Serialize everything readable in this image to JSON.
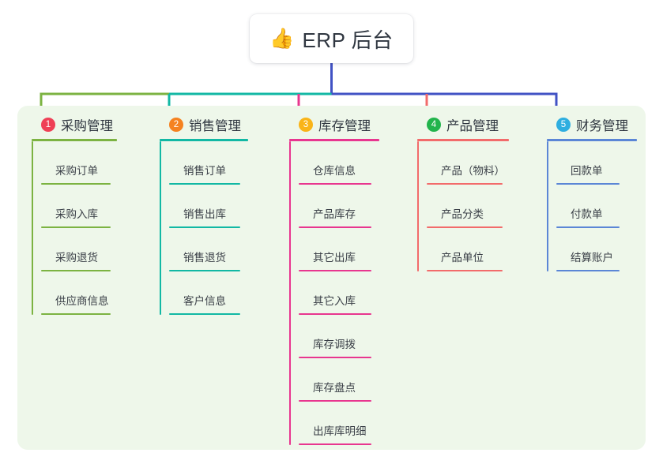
{
  "root": {
    "icon": "thumbs-up-icon",
    "icon_glyph": "👍",
    "title": "ERP 后台"
  },
  "panel": {
    "background": "#eef7ea"
  },
  "columns": [
    {
      "number": "1",
      "title": "采购管理",
      "badge_color": "#ef4056",
      "line_color": "#7cb342",
      "drop_color": "#7cb342",
      "items": [
        {
          "label": "采购订单"
        },
        {
          "label": "采购入库"
        },
        {
          "label": "采购退货"
        },
        {
          "label": "供应商信息"
        }
      ]
    },
    {
      "number": "2",
      "title": "销售管理",
      "badge_color": "#f58220",
      "line_color": "#12b8a4",
      "drop_color": "#12b8a4",
      "items": [
        {
          "label": "销售订单"
        },
        {
          "label": "销售出库"
        },
        {
          "label": "销售退货"
        },
        {
          "label": "客户信息"
        }
      ]
    },
    {
      "number": "3",
      "title": "库存管理",
      "badge_color": "#f9b418",
      "line_color": "#e8368f",
      "drop_color": "#e8368f",
      "items": [
        {
          "label": "仓库信息"
        },
        {
          "label": "产品库存"
        },
        {
          "label": "其它出库"
        },
        {
          "label": "其它入库"
        },
        {
          "label": "库存调拨"
        },
        {
          "label": "库存盘点"
        },
        {
          "label": "出库库明细"
        }
      ]
    },
    {
      "number": "4",
      "title": "产品管理",
      "badge_color": "#22b44c",
      "line_color": "#f26b6b",
      "drop_color": "#f26b6b",
      "items": [
        {
          "label": "产品（物料）"
        },
        {
          "label": "产品分类"
        },
        {
          "label": "产品单位"
        }
      ]
    },
    {
      "number": "5",
      "title": "财务管理",
      "badge_color": "#2eaee0",
      "line_color": "#5b86d6",
      "drop_color": "#4152c4",
      "items": [
        {
          "label": "回款单"
        },
        {
          "label": "付款单"
        },
        {
          "label": "结算账户"
        }
      ]
    }
  ],
  "connectors": {
    "stem_color": "#4152c4",
    "bus_segments": [
      {
        "color": "#7cb342"
      },
      {
        "color": "#12b8a4"
      },
      {
        "color": "#4152c4"
      }
    ]
  }
}
